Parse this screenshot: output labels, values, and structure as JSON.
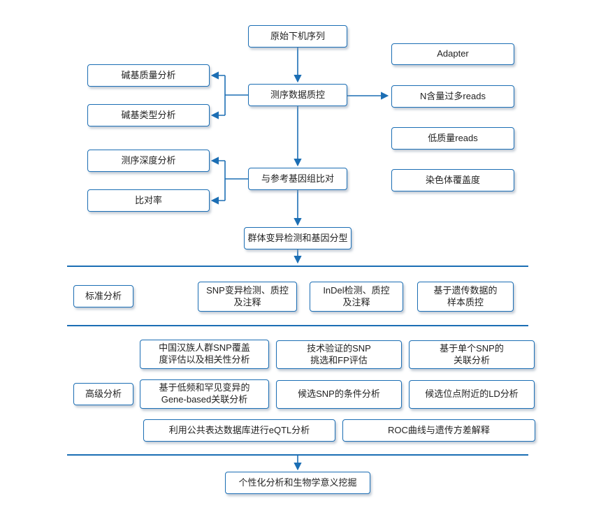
{
  "colors": {
    "accent": "#1b6eb4",
    "box_border": "#1b6eb4",
    "text": "#222222",
    "background": "#ffffff"
  },
  "pipeline": {
    "raw_sequence": "原始下机序列",
    "data_qc": "测序数据质控",
    "align_reference": "与参考基因组比对",
    "variant_genotyping": "群体变异检测和基因分型",
    "qc_outputs_left": {
      "base_quality": "碱基质量分析",
      "base_type": "碱基类型分析"
    },
    "align_outputs_left": {
      "depth": "测序深度分析",
      "mapping_rate": "比对率"
    },
    "qc_outputs_right": {
      "adapter": "Adapter",
      "n_reads": "N含量过多reads",
      "low_quality": "低质量reads",
      "chromosome_coverage": "染色体覆盖度"
    }
  },
  "standard_analysis": {
    "label": "标准分析",
    "snp": "SNP变异检测、质控\n及注释",
    "indel": "InDel检测、质控\n及注释",
    "sample_qc": "基于遗传数据的\n样本质控"
  },
  "advanced_analysis": {
    "label": "高级分析",
    "han_snp_coverage": "中国汉族人群SNP覆盖\n度评估以及相关性分析",
    "validated_snp": "技术验证的SNP\n挑选和FP评估",
    "single_snp_assoc": "基于单个SNP的\n关联分析",
    "gene_based": "基于低频和罕见变异的\nGene-based关联分析",
    "conditional_snp": "候选SNP的条件分析",
    "ld_analysis": "候选位点附近的LD分析",
    "eqtl": "利用公共表达数据库进行eQTL分析",
    "roc": "ROC曲线与遗传方差解释"
  },
  "final": {
    "personalized": "个性化分析和生物学意义挖掘"
  }
}
